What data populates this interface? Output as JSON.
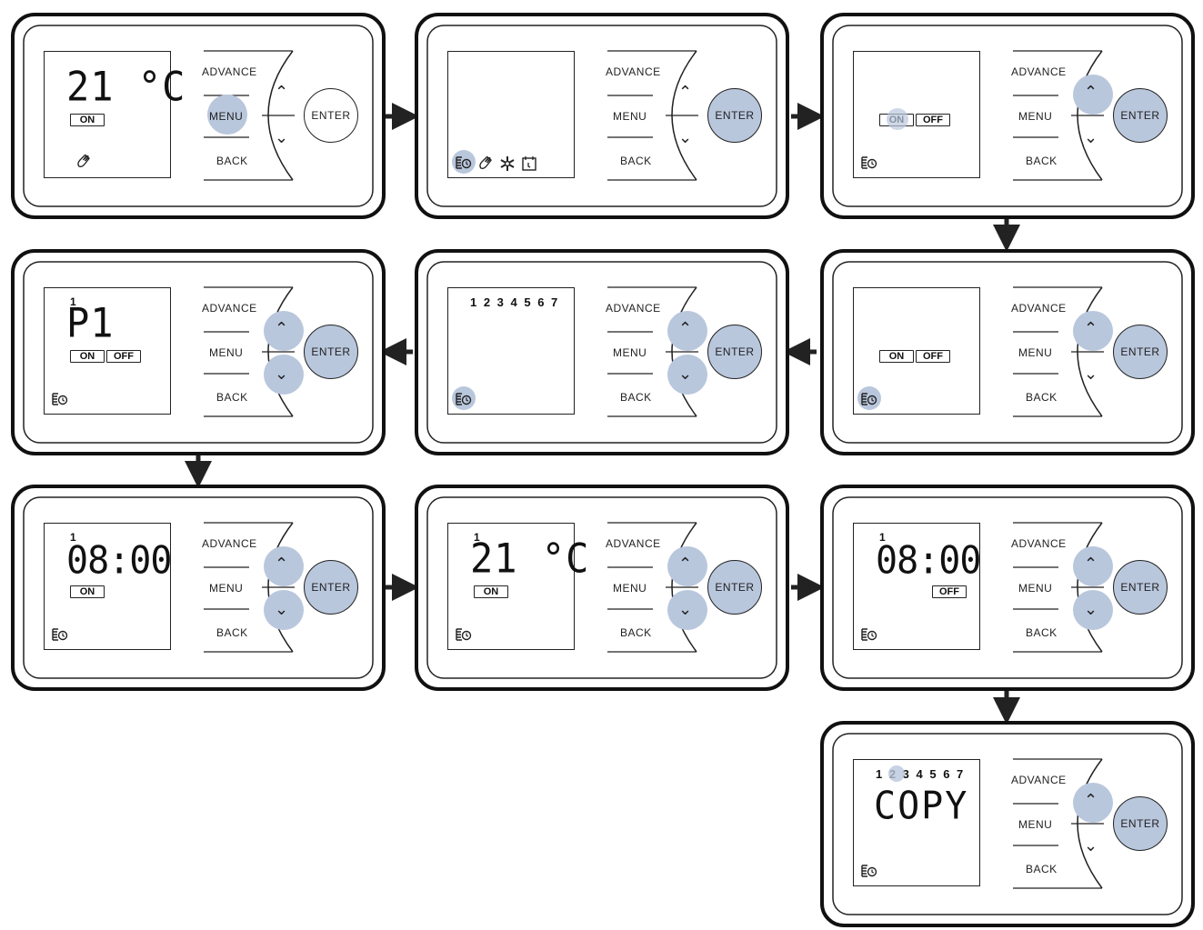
{
  "labels": {
    "advance": "ADVANCE",
    "menu": "MENU",
    "back": "BACK",
    "enter": "ENTER"
  },
  "highlight_color": "#b9c7dd",
  "panels": [
    {
      "id": "p1",
      "number": "",
      "days": "",
      "display": "21 °C",
      "on_label": "ON",
      "off_label": "",
      "icons": [
        "hand-icon"
      ],
      "highlighted_controls": [
        "menu"
      ]
    },
    {
      "id": "p2",
      "number": "",
      "days": "",
      "display": "",
      "on_label": "",
      "off_label": "",
      "icons": [
        "program-clock-icon",
        "hand-icon",
        "snowflake-icon",
        "calendar-icon"
      ],
      "highlighted_controls": [
        "enter",
        "program-icon"
      ]
    },
    {
      "id": "p3",
      "number": "",
      "days": "",
      "display": "",
      "on_label": "ON",
      "off_label": "OFF",
      "icons": [
        "program-clock-icon"
      ],
      "highlighted_controls": [
        "up",
        "enter",
        "on"
      ]
    },
    {
      "id": "p4",
      "number": "",
      "days": "",
      "display": "",
      "on_label": "ON",
      "off_label": "OFF",
      "icons": [
        "program-clock-icon"
      ],
      "highlighted_controls": [
        "up",
        "enter",
        "program-icon"
      ]
    },
    {
      "id": "p5",
      "number": "",
      "days": "1 2 3 4 5 6 7",
      "display": "",
      "on_label": "",
      "off_label": "",
      "icons": [
        "program-clock-icon"
      ],
      "highlighted_controls": [
        "up",
        "down",
        "enter",
        "program-icon"
      ]
    },
    {
      "id": "p6",
      "number": "1",
      "days": "",
      "display": "P1",
      "on_label": "ON",
      "off_label": "OFF",
      "icons": [
        "program-clock-icon"
      ],
      "highlighted_controls": [
        "up",
        "down",
        "enter"
      ]
    },
    {
      "id": "p7",
      "number": "1",
      "days": "",
      "display": "08:00",
      "on_label": "ON",
      "off_label": "",
      "icons": [
        "program-clock-icon"
      ],
      "highlighted_controls": [
        "up",
        "down",
        "enter"
      ]
    },
    {
      "id": "p8",
      "number": "1",
      "days": "",
      "display": "21 °C",
      "on_label": "ON",
      "off_label": "",
      "icons": [
        "program-clock-icon"
      ],
      "highlighted_controls": [
        "up",
        "down",
        "enter"
      ]
    },
    {
      "id": "p9",
      "number": "1",
      "days": "",
      "display": "08:00",
      "on_label": "",
      "off_label": "OFF",
      "icons": [
        "program-clock-icon"
      ],
      "highlighted_controls": [
        "up",
        "down",
        "enter"
      ]
    },
    {
      "id": "p10",
      "number": "",
      "days": "1 2 3 4 5 6 7",
      "display": "COPY",
      "on_label": "",
      "off_label": "",
      "icons": [
        "program-clock-icon"
      ],
      "highlighted_controls": [
        "up",
        "enter",
        "day-2"
      ]
    }
  ]
}
